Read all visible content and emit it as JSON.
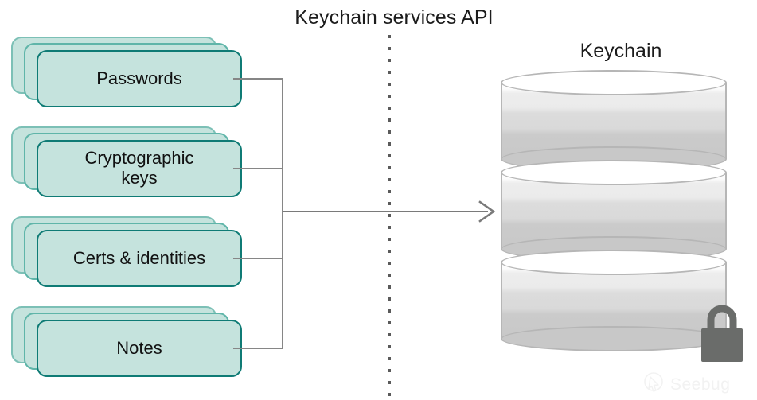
{
  "diagram": {
    "api_title": "Keychain services API",
    "store_title": "Keychain",
    "items": [
      {
        "label": "Passwords"
      },
      {
        "label": "Cryptographic\nkeys"
      },
      {
        "label": "Certs & identities"
      },
      {
        "label": "Notes"
      }
    ],
    "flow": {
      "arrow_direction": "left-to-right",
      "arrow_label": ""
    },
    "store": {
      "disk_count": 3,
      "locked": true,
      "lock_icon": "padlock-icon"
    },
    "divider": {
      "style": "dotted-vertical"
    },
    "watermark": {
      "text": "Seebug",
      "icon": "seebug-logo-icon"
    },
    "colors": {
      "card_fill": "#c5e3dd",
      "card_border_front": "#0f7b75",
      "card_border_mid": "#5fb5a9",
      "card_border_back": "#7cc0b6",
      "connector": "#868686",
      "arrow": "#7a7a7a",
      "divider_dot": "#5a5a5a",
      "cylinder_border": "#b6b6b6",
      "cylinder_light": "#ffffff",
      "cylinder_dark": "#c8c8c8",
      "lock": "#6a6c6a",
      "text": "#111111",
      "background": "#ffffff",
      "watermark": "#f2f2f2"
    }
  }
}
